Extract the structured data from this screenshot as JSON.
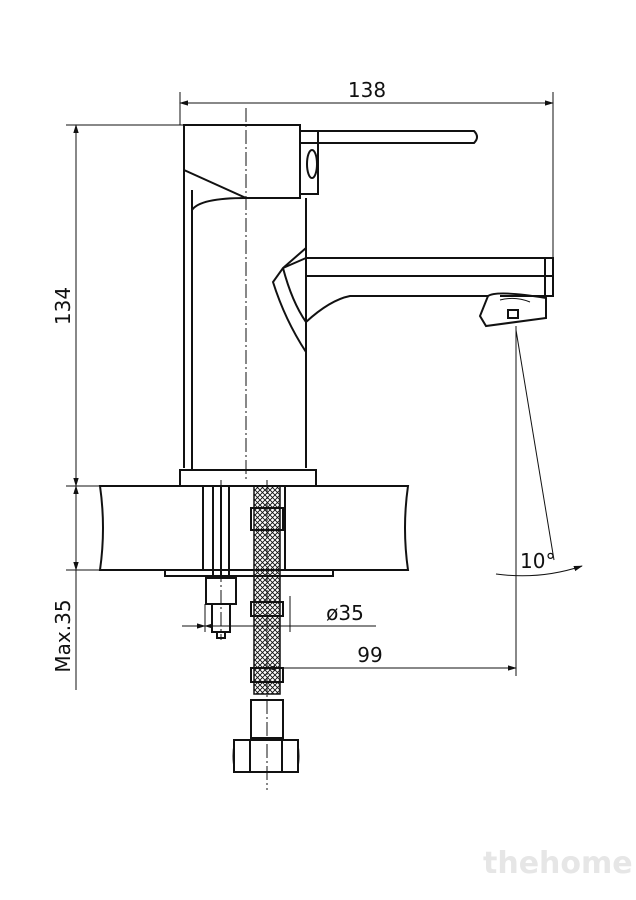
{
  "dimensions": {
    "width": "138",
    "height": "134",
    "max_thickness": "Max.35",
    "diameter": "ø35",
    "reach": "99",
    "angle": "10°"
  },
  "watermark": "thehome",
  "colors": {
    "line": "#111111",
    "watermark": "#e6e6e6"
  }
}
